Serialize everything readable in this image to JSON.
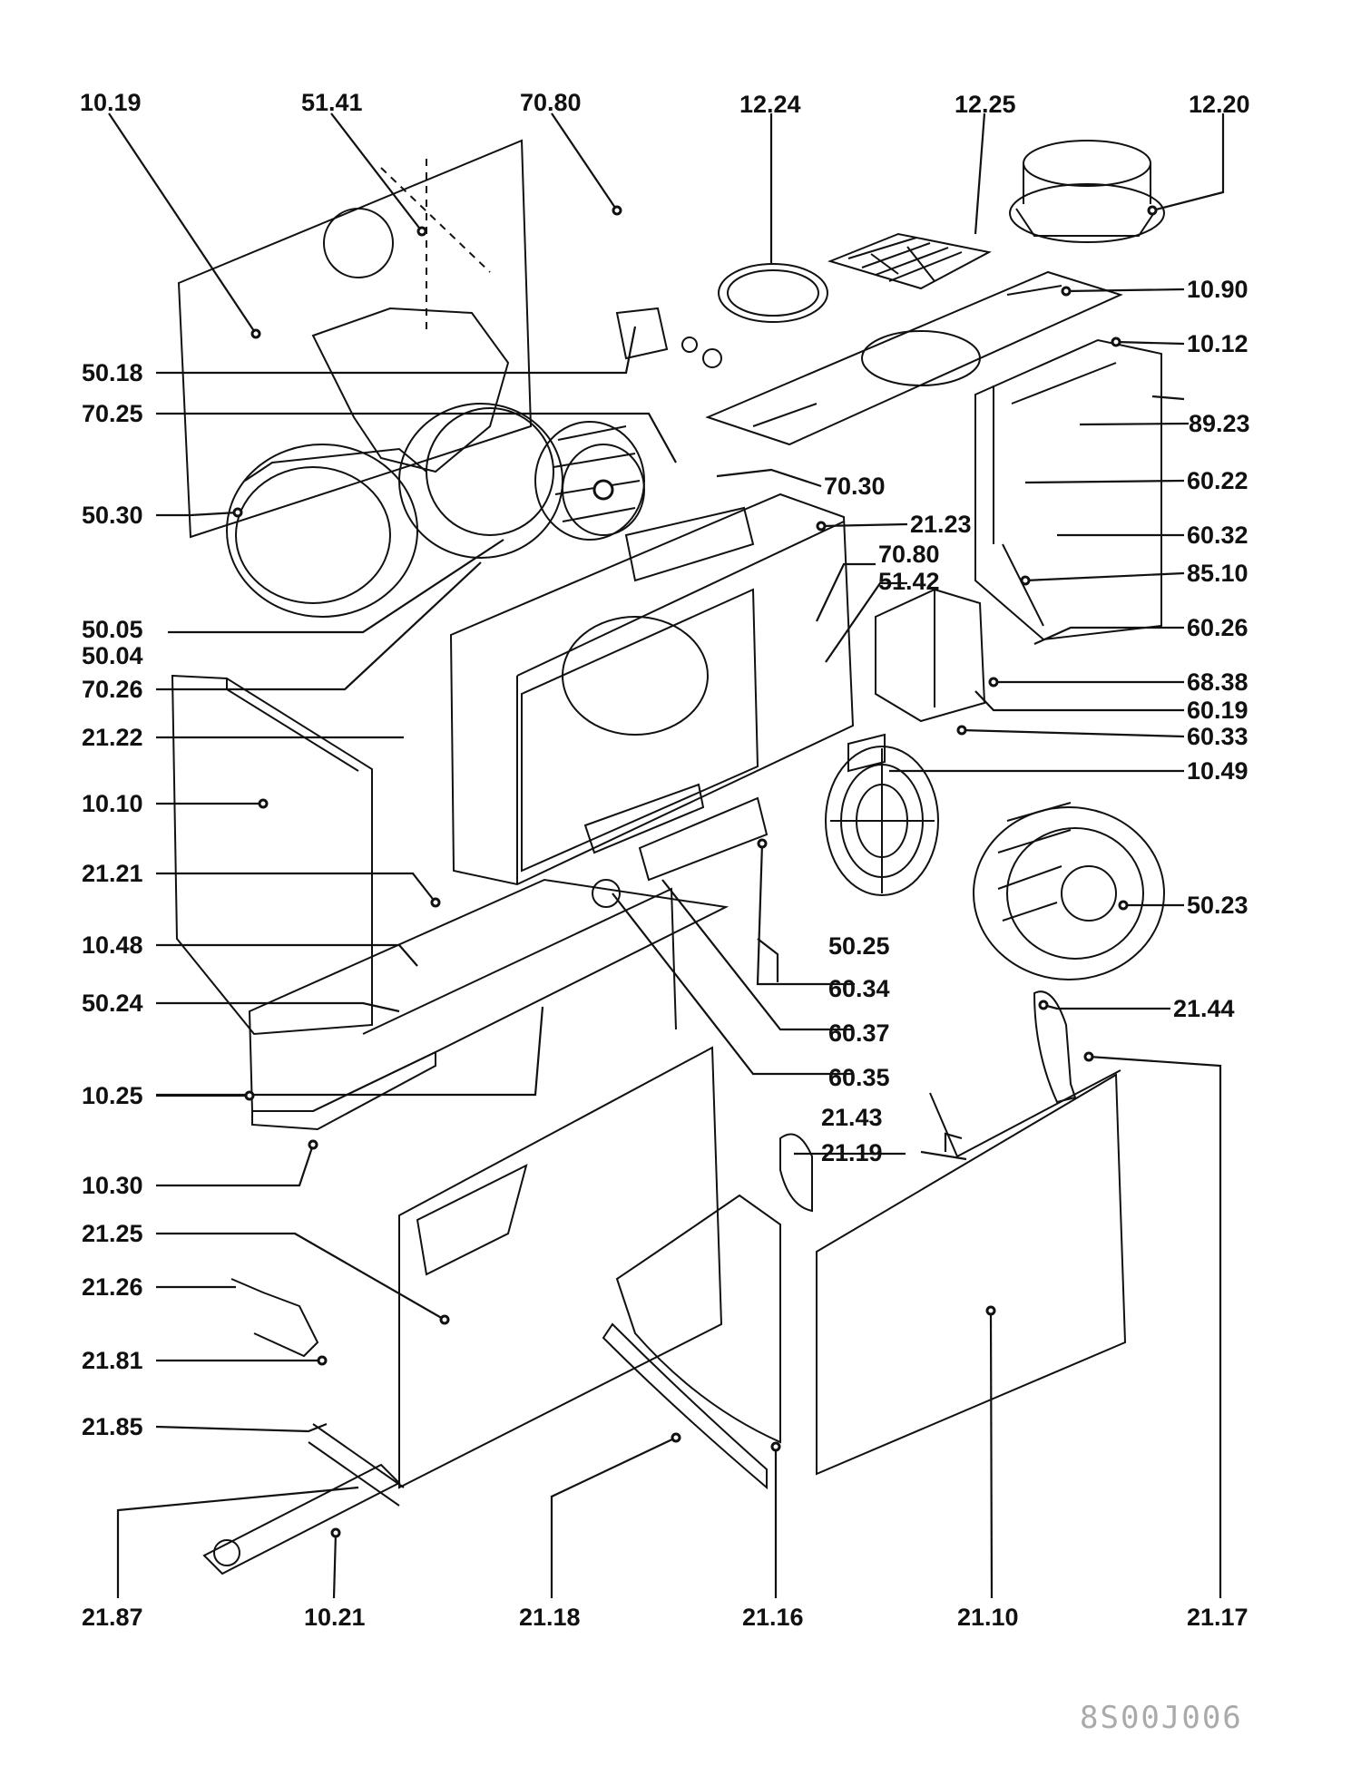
{
  "drawing_number": "8S00J006",
  "callouts": {
    "c1019": "10.19",
    "c5141": "51.41",
    "c7080a": "70.80",
    "c1224": "12.24",
    "c1225": "12.25",
    "c1220": "12.20",
    "c1090": "10.90",
    "c1012": "10.12",
    "c5018": "50.18",
    "c7025": "70.25",
    "c8923": "89.23",
    "c7030": "70.30",
    "c6022": "60.22",
    "c5030": "50.30",
    "c2123": "21.23",
    "c6032": "60.32",
    "c7080b": "70.80",
    "c8510": "85.10",
    "c5142": "51.42",
    "c5005": "50.05",
    "c6026": "60.26",
    "c5004": "50.04",
    "c6838": "68.38",
    "c7026": "70.26",
    "c6019": "60.19",
    "c2122": "21.22",
    "c6033": "60.33",
    "c1049": "10.49",
    "c1010": "10.10",
    "c2121": "21.21",
    "c5023": "50.23",
    "c1048": "10.48",
    "c5025": "50.25",
    "c6034": "60.34",
    "c5024": "50.24",
    "c2144": "21.44",
    "c6037": "60.37",
    "c6035": "60.35",
    "c1025": "10.25",
    "c2143": "21.43",
    "c2119": "21.19",
    "c1030": "10.30",
    "c2125": "21.25",
    "c2126": "21.26",
    "c2181": "21.81",
    "c2185": "21.85",
    "c2187": "21.87",
    "c1021": "10.21",
    "c2118": "21.18",
    "c2116": "21.16",
    "c2110": "21.10",
    "c2117": "21.17"
  }
}
